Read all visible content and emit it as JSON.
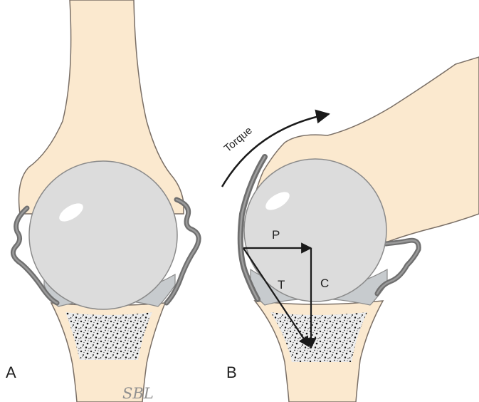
{
  "panels": {
    "a": {
      "label": "A"
    },
    "b": {
      "label": "B"
    }
  },
  "vectors": {
    "p": "P",
    "c": "C",
    "t": "T"
  },
  "torque": {
    "label": "Torque"
  },
  "signature": "SBL",
  "colors": {
    "bone": "#fbe9cf",
    "bone_stroke": "#7a6f66",
    "cartilage_head": "#dcdcdc",
    "cartilage_socket": "#c7cbce",
    "capsule": "#6f6f6f",
    "cancellous": "#e8e8e8",
    "ink": "#1a1a1a"
  },
  "icons": {
    "torque_arrow": "curved-arrow-icon",
    "vector_arrow": "arrow-icon"
  }
}
